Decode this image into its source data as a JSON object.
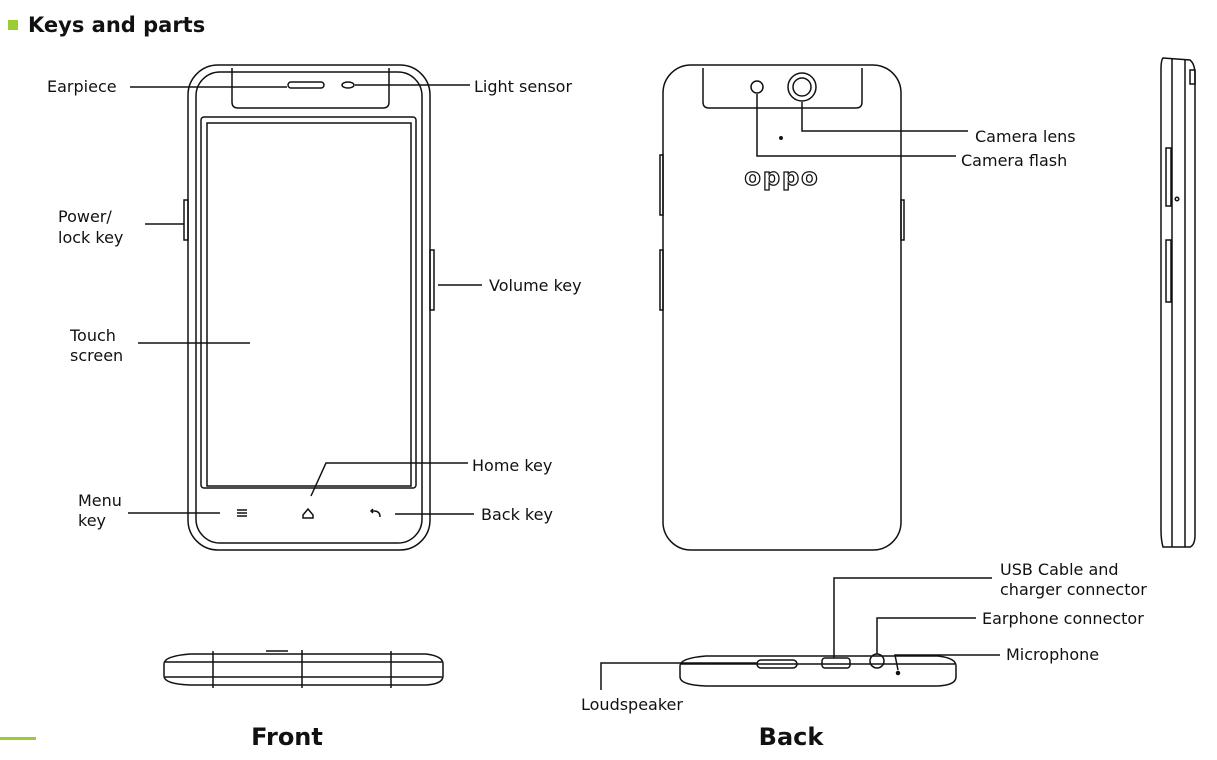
{
  "section_title": "Keys and parts",
  "accent_color": "#9acd32",
  "line_color": "#111111",
  "brand_mark": "oppo",
  "front": {
    "caption": "Front",
    "labels": {
      "earpiece": "Earpiece",
      "light_sensor": "Light sensor",
      "power_line1": "Power/",
      "power_line2": "lock key",
      "volume": "Volume key",
      "touch_line1": "Touch",
      "touch_line2": "screen",
      "home": "Home key",
      "menu_line1": "Menu",
      "menu_line2": "key",
      "back": "Back  key"
    }
  },
  "back": {
    "caption": "Back",
    "labels": {
      "camera_lens": "Camera lens",
      "camera_flash": "Camera flash",
      "usb_line1": "USB  Cable and",
      "usb_line2": "charger  connector",
      "earphone": "Earphone connector",
      "microphone": "Microphone",
      "loudspeaker": "Loudspeaker"
    }
  }
}
